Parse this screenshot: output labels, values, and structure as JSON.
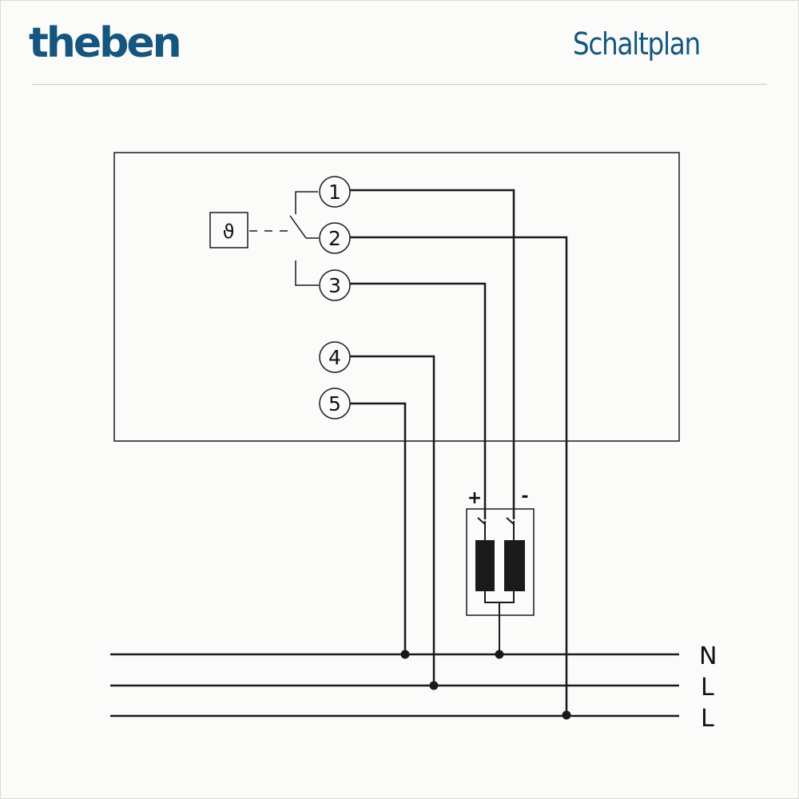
{
  "header": {
    "logo_text": "theben",
    "title": "Schaltplan"
  },
  "diagram": {
    "sensor_symbol": "ϑ",
    "terminals": [
      "1",
      "2",
      "3",
      "4",
      "5"
    ],
    "polarity": {
      "plus": "+",
      "minus": "-"
    },
    "lines": [
      "N",
      "L",
      "L"
    ]
  },
  "colors": {
    "brand": "#15567e",
    "line": "#1a1a1a",
    "background": "#fbfbfa"
  }
}
